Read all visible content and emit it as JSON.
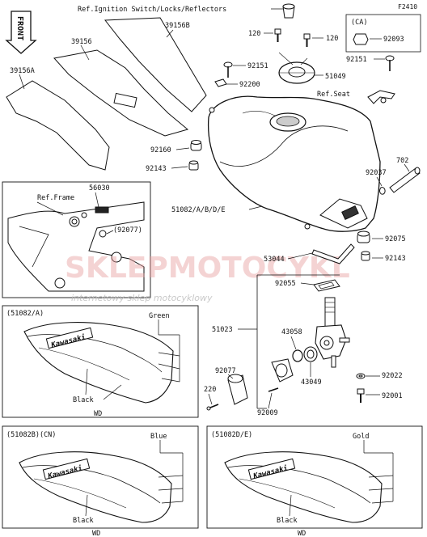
{
  "diagram": {
    "code": "F2410",
    "front_label": "FRONT",
    "watermark": {
      "brand": "SKLEPMOTOCYKL",
      "tagline": "internetowy sklep motocyklowy"
    },
    "ref_ignition": "Ref.Ignition Switch/Locks/Reflectors",
    "ref_frame": "Ref.Frame",
    "ref_seat": "Ref.Seat",
    "part_labels": {
      "p39156": "39156",
      "p39156B": "39156B",
      "p39156A": "39156A",
      "p120a": "120",
      "p120b": "120",
      "ca": "(CA)",
      "p92093": "92093",
      "p92151a": "92151",
      "p92151b": "92151",
      "p51049": "51049",
      "p92200": "92200",
      "p92160": "92160",
      "p92143a": "92143",
      "p92037": "92037",
      "p702": "702",
      "p56030": "56030",
      "p92077a": "(92077)",
      "p51082": "51082/A/B/D/E",
      "p92075": "92075",
      "p53044": "53044",
      "p92143b": "92143",
      "p92055": "92055",
      "p51023": "51023",
      "p43058": "43058",
      "p43049": "43049",
      "p92022": "92022",
      "p92077b": "92077",
      "p220": "220",
      "p92009": "92009",
      "p92001": "92001"
    },
    "panels": {
      "a": {
        "title": "(51082/A)",
        "color_label": "Green",
        "lower_label": "Black",
        "wd": "WD",
        "logo": "Kawasaki"
      },
      "b": {
        "title": "(51082B)(CN)",
        "color_label": "Blue",
        "lower_label": "Black",
        "wd": "WD",
        "logo": "Kawasaki"
      },
      "de": {
        "title": "(51082D/E)",
        "color_label": "Gold",
        "lower_label": "Black",
        "wd": "WD",
        "logo": "Kawasaki"
      }
    }
  }
}
